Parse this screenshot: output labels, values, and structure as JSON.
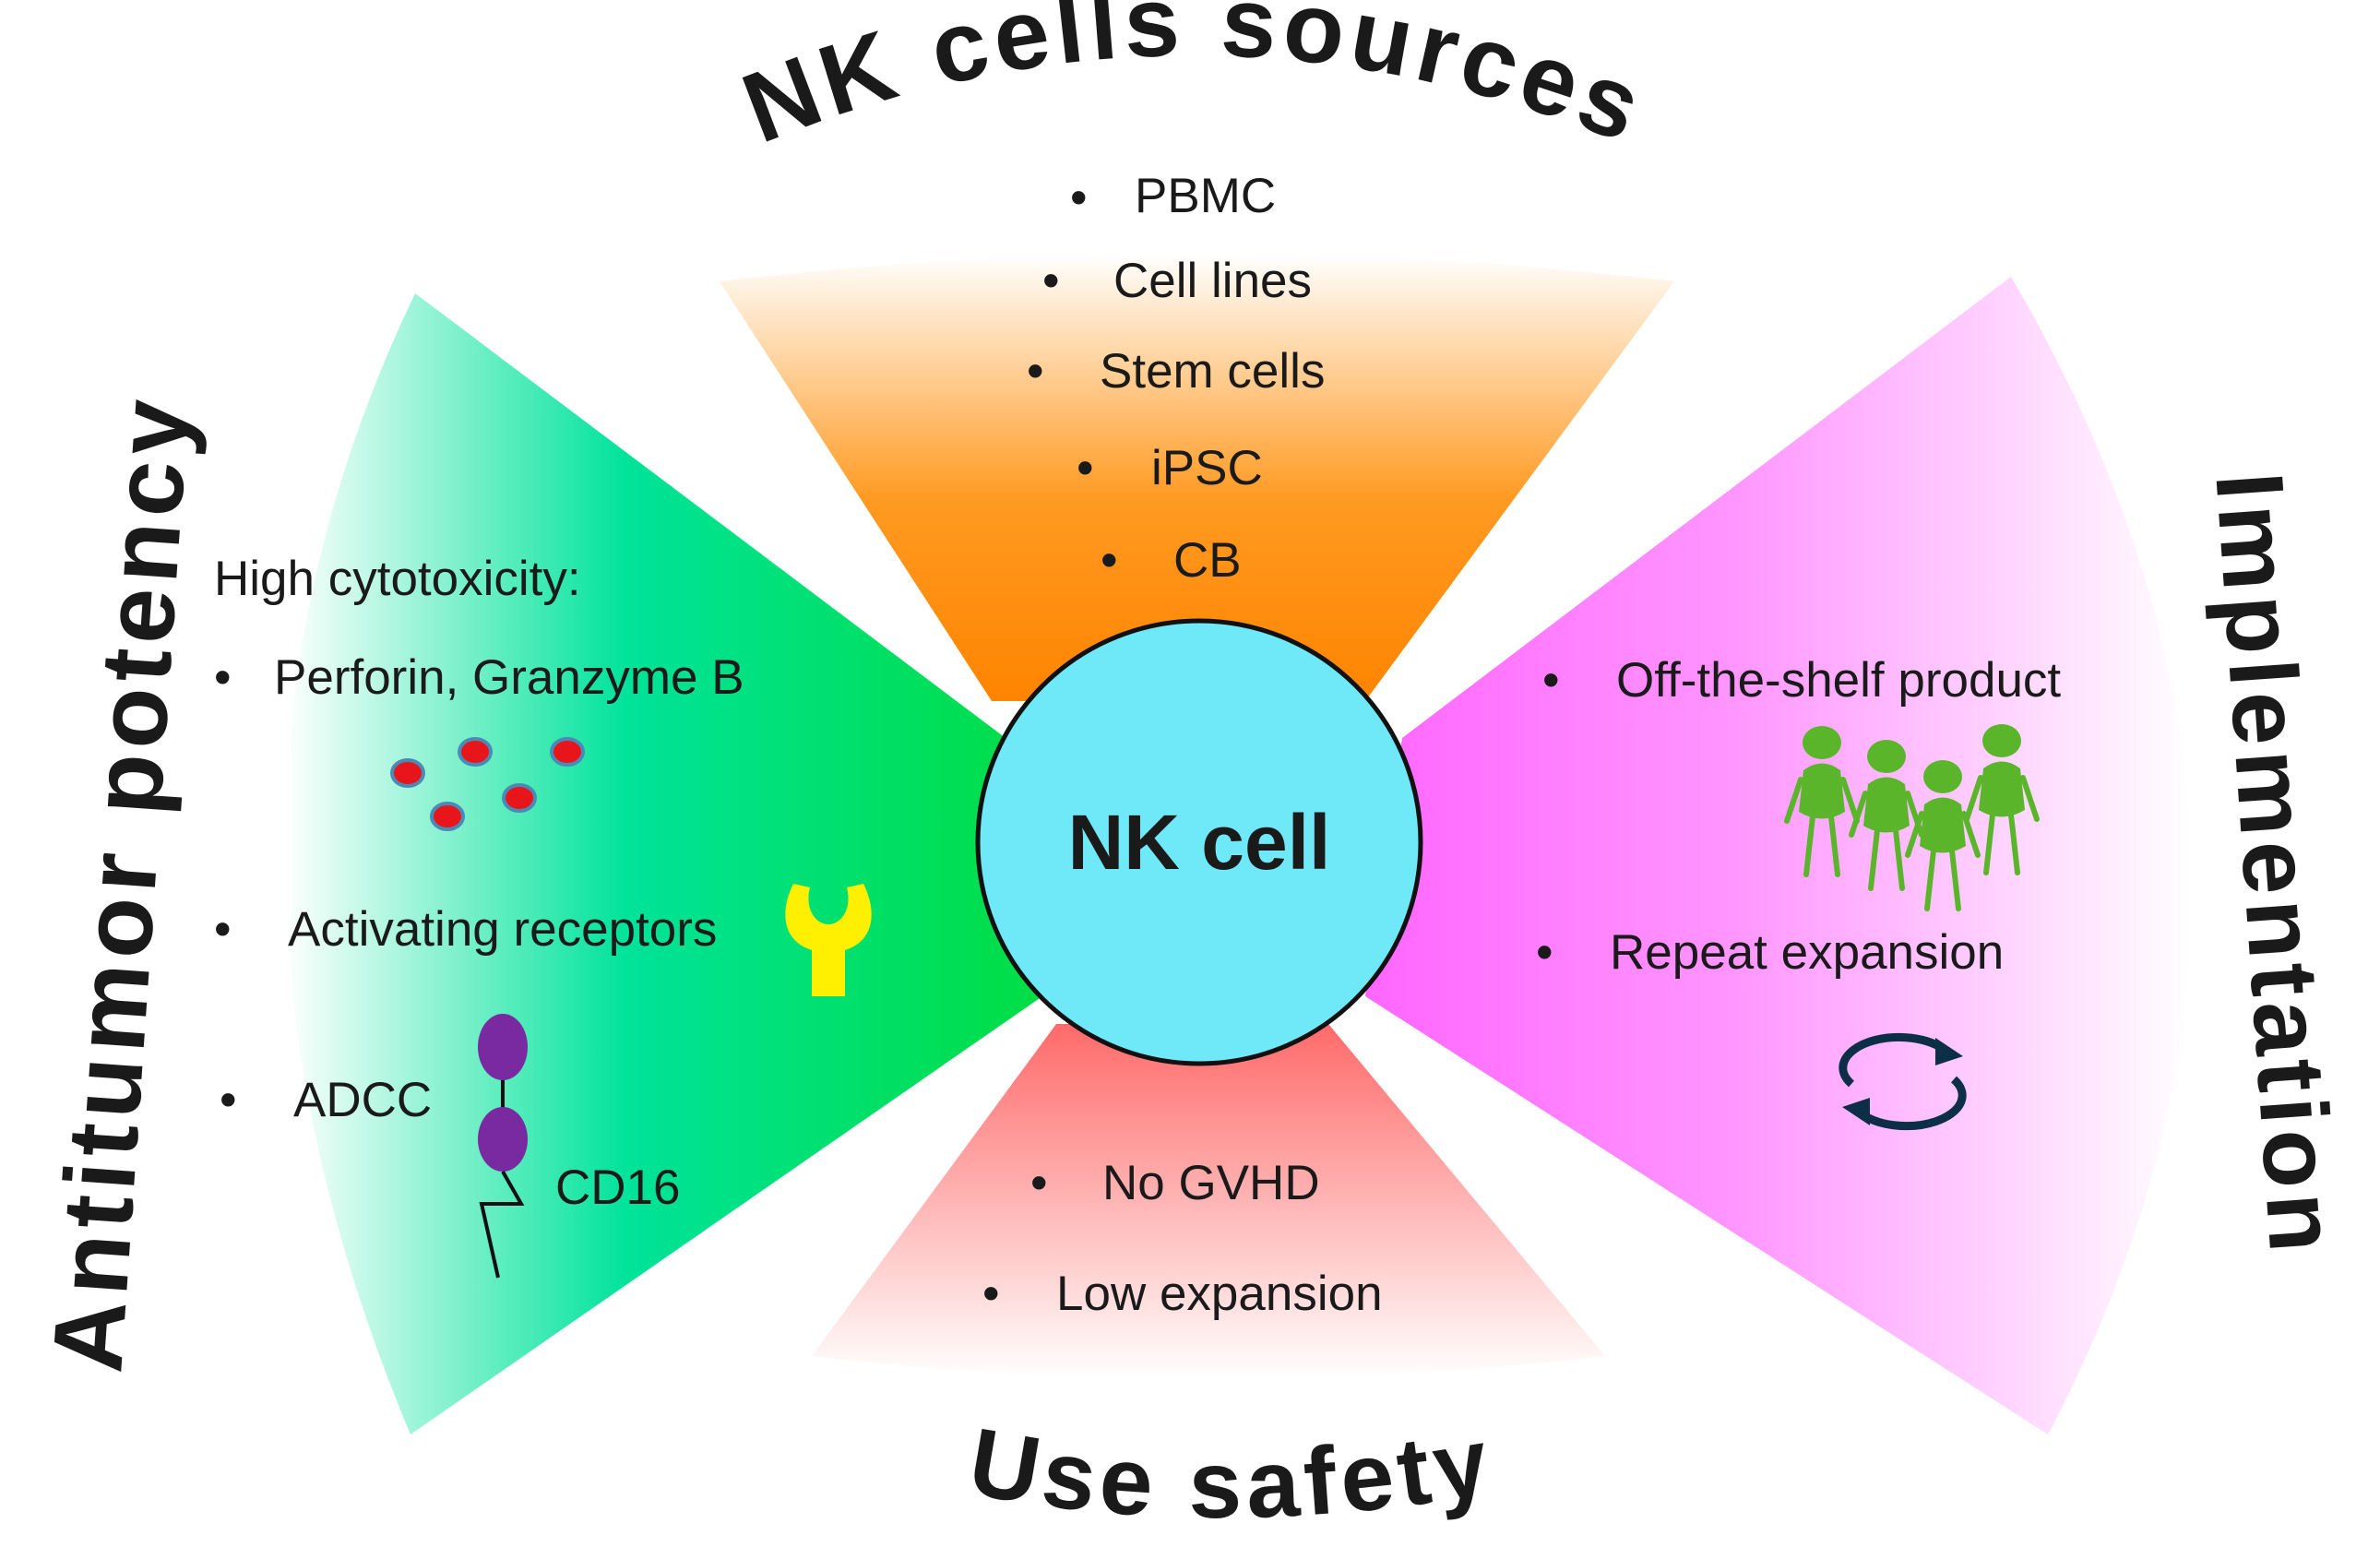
{
  "center": {
    "label": "NK cell",
    "fill": "#6fe8f7"
  },
  "headings": {
    "top": "NK cells sources",
    "bottom": "Use safety",
    "left": "Antitumor potency",
    "right": "Implementation"
  },
  "sources": {
    "items": [
      "PBMC",
      "Cell lines",
      "Stem cells",
      "iPSC",
      "CB"
    ],
    "color": "#ff8c00"
  },
  "potency": {
    "subtitle": "High cytotoxicity:",
    "items": [
      "Perforin, Granzyme B",
      "Activating receptors",
      "ADCC"
    ],
    "receptor_label": "CD16",
    "color": "#00dd55"
  },
  "implementation": {
    "items": [
      "Off-the-shelf product",
      "Repeat expansion"
    ],
    "color": "#ff80ff"
  },
  "safety": {
    "items": [
      "No GVHD",
      "Low expansion"
    ],
    "color": "#ff6f6f"
  },
  "icons": {
    "granules": "red-granules-icon",
    "receptor": "yellow-receptor-icon",
    "cd16": "cd16-receptor-icon",
    "people": "people-group-icon",
    "cycle": "cycle-arrows-icon"
  }
}
